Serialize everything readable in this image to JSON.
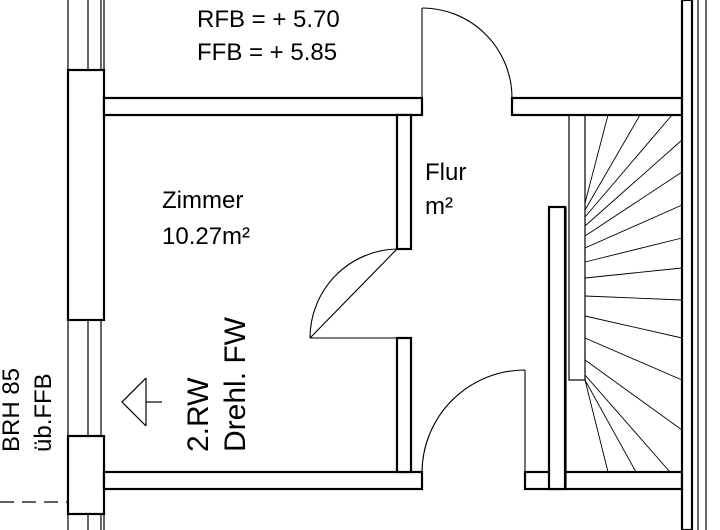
{
  "level": {
    "rfb": "RFB = + 5.70",
    "ffb": "FFB = +  5.85"
  },
  "zimmer": {
    "name": "Zimmer",
    "area": "10.27m²"
  },
  "flur": {
    "name": "Flur",
    "area": "m²"
  },
  "window_note": {
    "line1": "BRH 85",
    "line2": "üb.FFB"
  },
  "window_type": {
    "line1": "2.RW",
    "line2": "Drehl. FW"
  }
}
